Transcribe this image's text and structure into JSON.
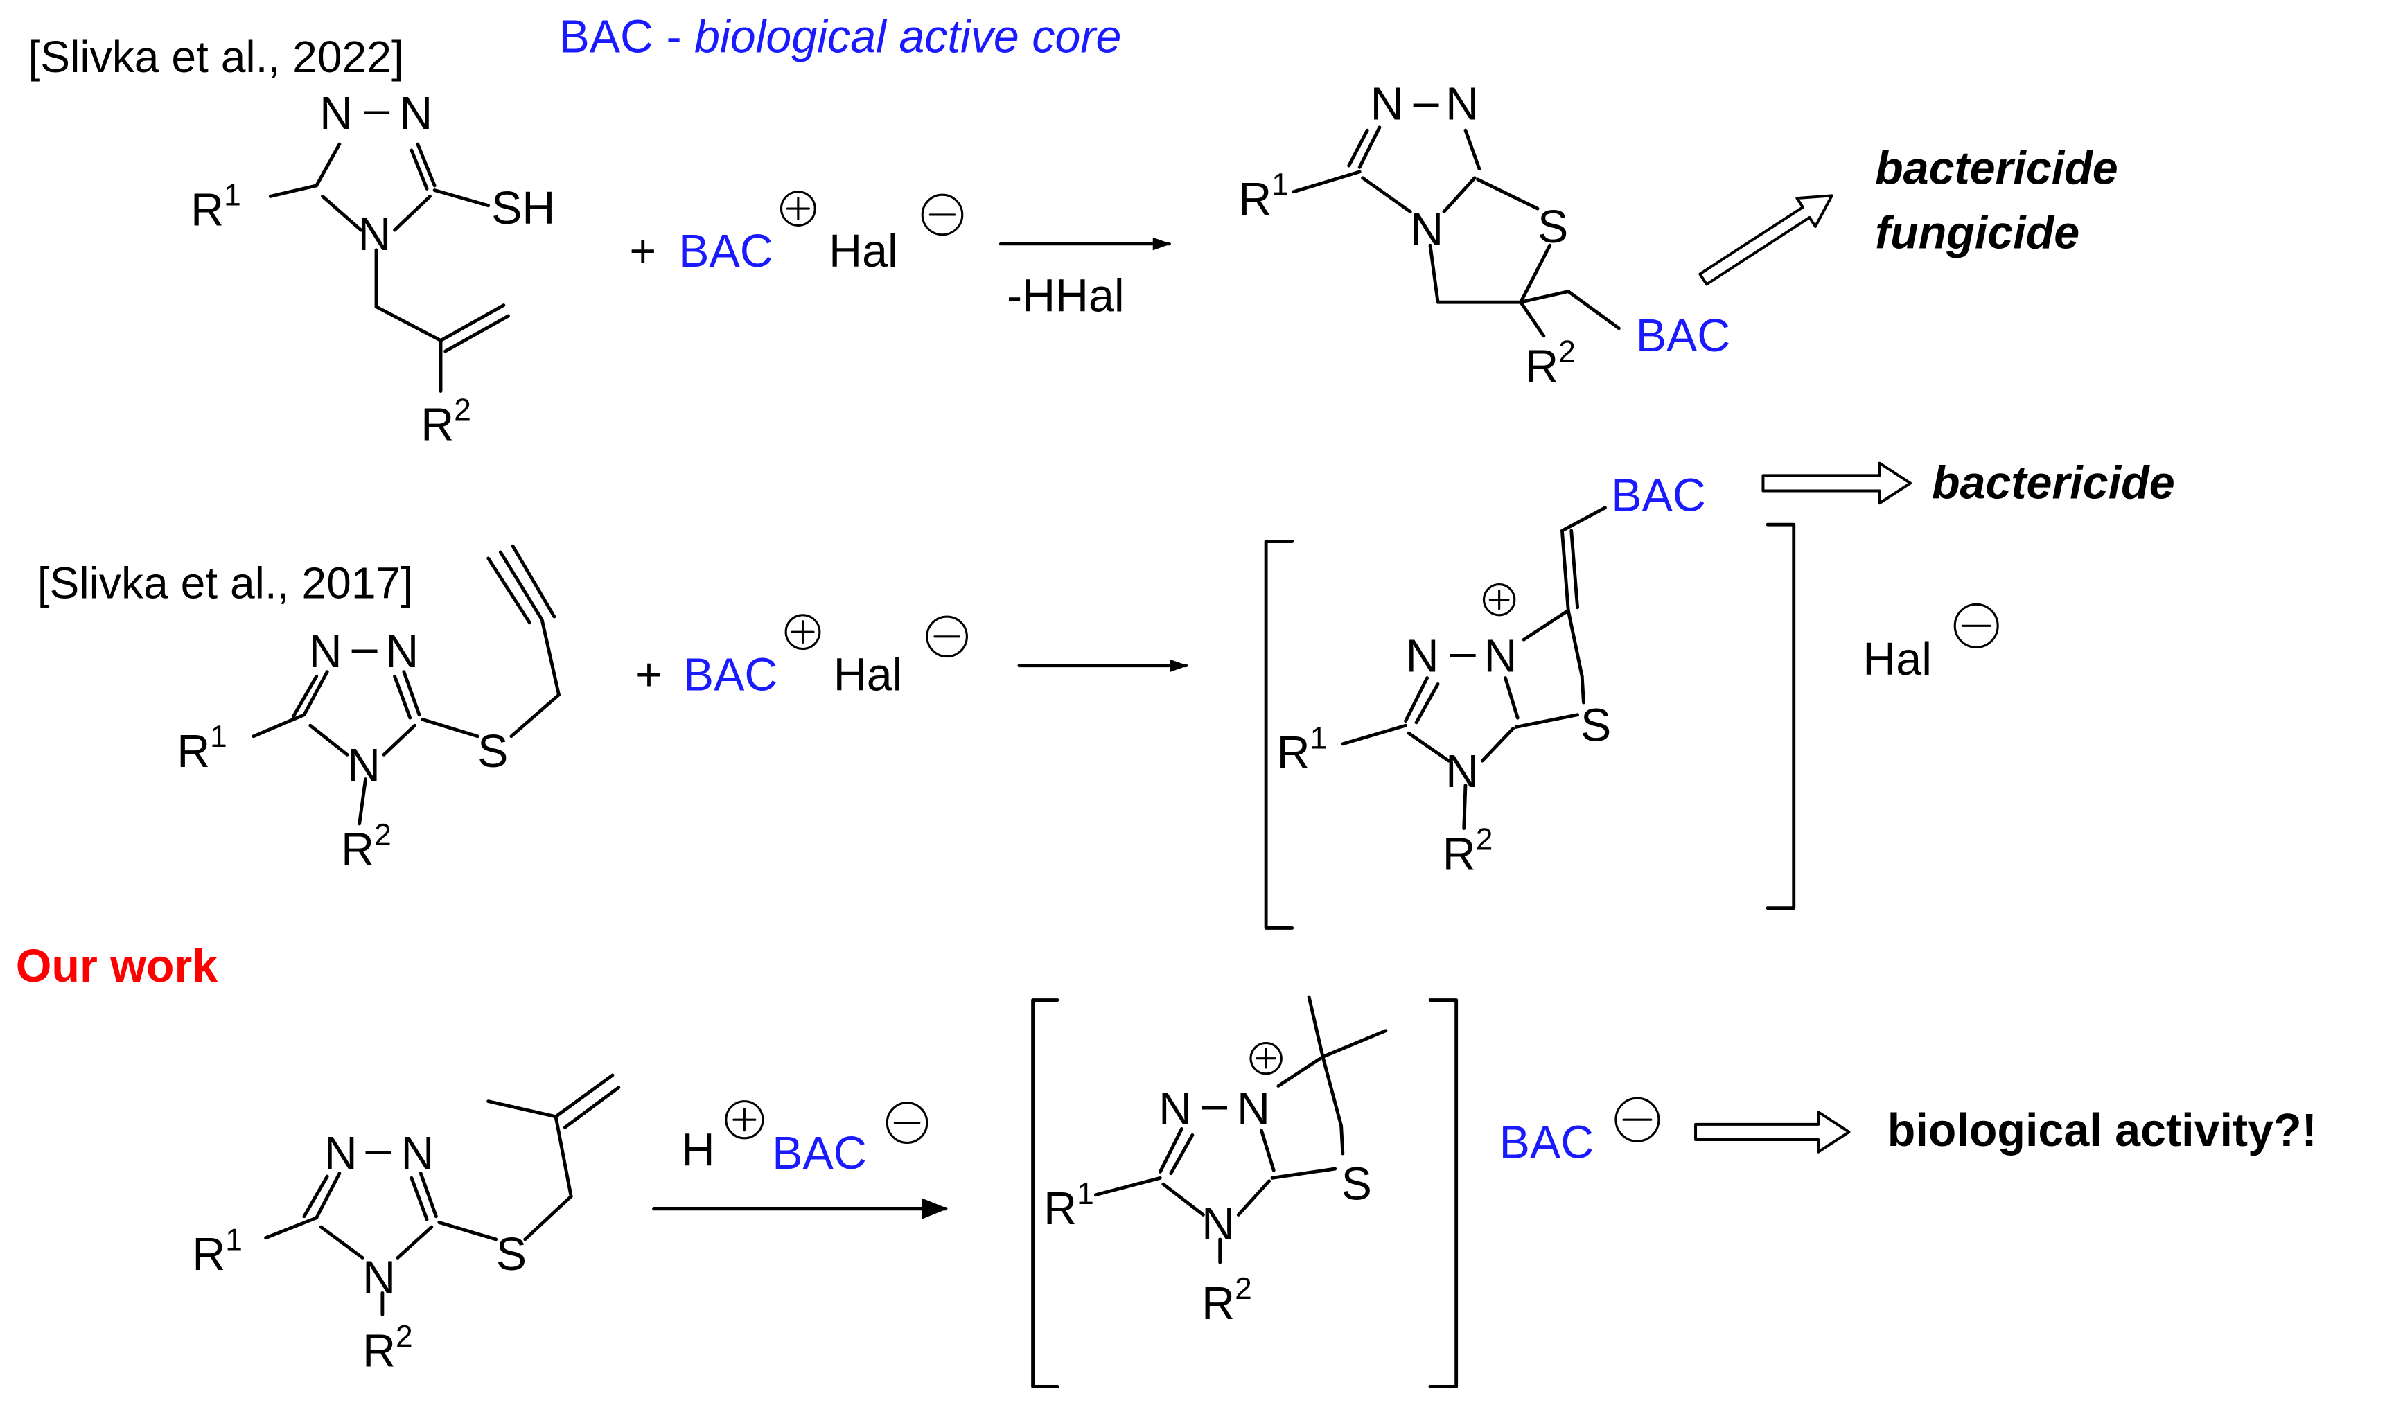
{
  "legend": {
    "bac_abbr": "BAC - ",
    "bac_def": "biological active core"
  },
  "colors": {
    "black": "#000000",
    "blue": "#1a1aff",
    "red": "#ff0000"
  },
  "row1": {
    "citation": "[Slivka et al., 2022]",
    "n1": "N",
    "n2": "N",
    "n4": "N",
    "sh": "SH",
    "r1": "R",
    "r1_sup": "1",
    "r2": "R",
    "r2_sup": "2",
    "plus": "+ ",
    "bac": "BAC",
    "hal": "Hal",
    "arrow_label": "-HHal",
    "product": {
      "n1": "N",
      "n2": "N",
      "n4": "N",
      "s": "S",
      "r1": "R",
      "r1_sup": "1",
      "r2": "R",
      "r2_sup": "2",
      "bac": "BAC"
    },
    "activity_1": "bactericide",
    "activity_2": "fungicide"
  },
  "row2": {
    "citation": "[Slivka et al., 2017]",
    "n1": "N",
    "n2": "N",
    "n4": "N",
    "s": "S",
    "r1": "R",
    "r1_sup": "1",
    "r2": "R",
    "r2_sup": "2",
    "plus": "+ ",
    "bac": "BAC",
    "hal": "Hal",
    "product": {
      "n1": "N",
      "n2": "N",
      "n4": "N",
      "s": "S",
      "r1": "R",
      "r1_sup": "1",
      "r2": "R",
      "r2_sup": "2",
      "bac": "BAC"
    },
    "counter_ion": "Hal",
    "activity": "bactericide"
  },
  "row3": {
    "heading": "Our work",
    "n1": "N",
    "n2": "N",
    "n4": "N",
    "s": "S",
    "r1": "R",
    "r1_sup": "1",
    "r2": "R",
    "r2_sup": "2",
    "reagent_h": "H",
    "reagent_bac": "BAC",
    "product": {
      "n1": "N",
      "n2": "N",
      "n4": "N",
      "s": "S",
      "r1": "R",
      "r1_sup": "1",
      "r2": "R",
      "r2_sup": "2"
    },
    "counter_ion": "BAC",
    "activity": "biological activity?!"
  }
}
